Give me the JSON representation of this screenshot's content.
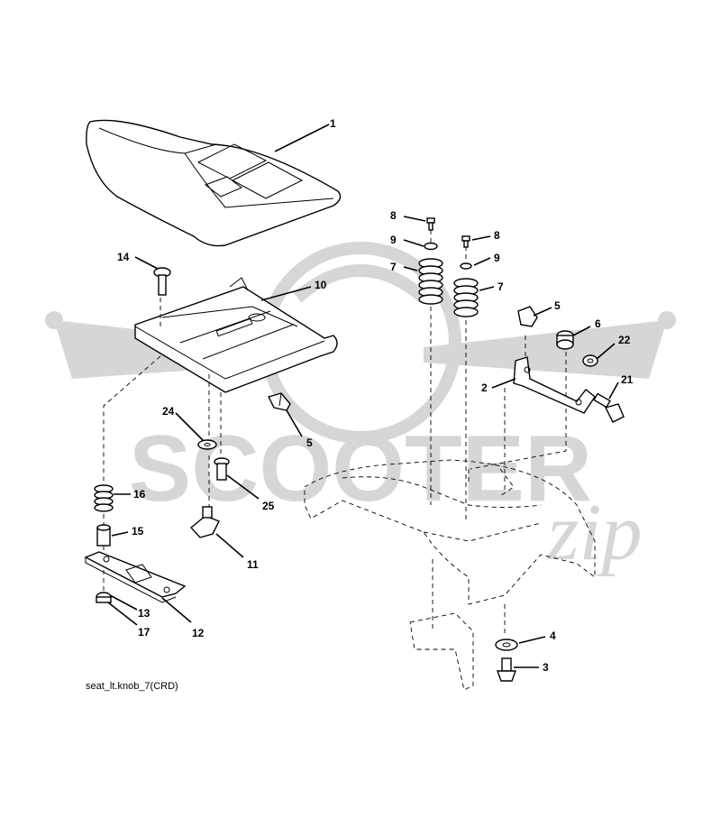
{
  "drawing_ref": "seat_lt.knob_7(CRD)",
  "watermark": {
    "word": "SCOOTER",
    "script": "zip"
  },
  "callouts": {
    "c1": "1",
    "c2": "2",
    "c3": "3",
    "c4": "4",
    "c5a": "5",
    "c5b": "5",
    "c6": "6",
    "c7a": "7",
    "c7b": "7",
    "c8a": "8",
    "c8b": "8",
    "c9a": "9",
    "c9b": "9",
    "c10": "10",
    "c11": "11",
    "c12": "12",
    "c13": "13",
    "c14": "14",
    "c15": "15",
    "c16": "16",
    "c17": "17",
    "c21": "21",
    "c22": "22",
    "c24": "24",
    "c25": "25"
  },
  "colors": {
    "line": "#000000",
    "watermark": "#d6d6d6"
  }
}
